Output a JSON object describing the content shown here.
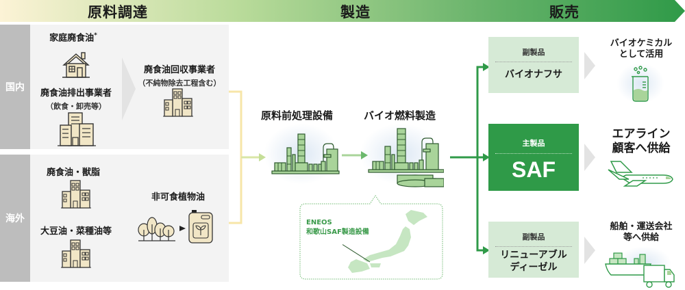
{
  "stages": [
    {
      "label": "原料調達"
    },
    {
      "label": "製造"
    },
    {
      "label": "販売"
    }
  ],
  "colors": {
    "bar_start": "#fbf1d2",
    "bar_end": "#2f9a48",
    "accent_green": "#2f9a48",
    "light_green": "#d6ead6",
    "region_tab": "#bdbdbd",
    "panel_bg": "#f3f3f3",
    "feed_line": "#f7e6a8",
    "icon_beige": "#f1e6c6",
    "plant_green": "#a9d49a"
  },
  "regions": {
    "domestic": {
      "tab": "国内",
      "household_oil": {
        "label": "家庭廃食油",
        "mark": "*",
        "icon": "house-icon"
      },
      "business_emitter": {
        "label": "廃食油排出事業者",
        "sub": "（飲食・卸売等）",
        "icon": "office-building-icon"
      },
      "collector": {
        "label": "廃食油回収事業者",
        "sub": "（不純物除去工程含む）",
        "icon": "building-icon"
      }
    },
    "overseas": {
      "tab": "海外",
      "waste_oil_fat": {
        "label": "廃食油・獣脂",
        "icon": "building-icon"
      },
      "soy_rapeseed": {
        "label": "大豆油・菜種油等",
        "icon": "building-icon"
      },
      "non_edible": {
        "label": "非可食植物油",
        "icons": [
          "trees-icon",
          "arrow-icon",
          "oil-tank-icon"
        ]
      }
    }
  },
  "manufacturing": {
    "pretreatment": {
      "label": "原料前処理設備",
      "icon": "plant-icon"
    },
    "biofuel": {
      "label": "バイオ燃料製造",
      "icon": "refinery-icon"
    },
    "location": {
      "line1": "ENEOS",
      "line2": "和歌山SAF製造設備",
      "icon": "japan-map-icon"
    }
  },
  "products": [
    {
      "kind": "副製品",
      "name_lines": [
        "バイオナフサ"
      ],
      "use_lines": [
        "バイオケミカル",
        "として活用"
      ],
      "use_icon": "beaker-icon"
    },
    {
      "kind": "主製品",
      "name_lines": [
        "SAF"
      ],
      "use_lines": [
        "エアライン",
        "顧客へ供給"
      ],
      "use_icon": "airplane-icon"
    },
    {
      "kind": "副製品",
      "name_lines": [
        "リニューアブル",
        "ディーゼル"
      ],
      "use_lines": [
        "船舶・運送会社",
        "等へ供給"
      ],
      "use_icon": "ship-truck-icon"
    }
  ]
}
